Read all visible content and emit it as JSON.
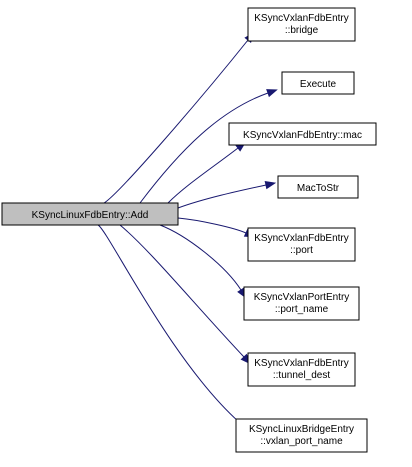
{
  "graph": {
    "root": {
      "label": "KSyncLinuxFdbEntry::Add"
    },
    "callees": [
      {
        "lines": [
          "KSyncVxlanFdbEntry",
          "::bridge"
        ]
      },
      {
        "lines": [
          "Execute"
        ]
      },
      {
        "lines": [
          "KSyncVxlanFdbEntry::mac"
        ]
      },
      {
        "lines": [
          "MacToStr"
        ]
      },
      {
        "lines": [
          "KSyncVxlanFdbEntry",
          "::port"
        ]
      },
      {
        "lines": [
          "KSyncVxlanPortEntry",
          "::port_name"
        ]
      },
      {
        "lines": [
          "KSyncVxlanFdbEntry",
          "::tunnel_dest"
        ]
      },
      {
        "lines": [
          "KSyncLinuxBridgeEntry",
          "::vxlan_port_name"
        ]
      }
    ]
  },
  "colors": {
    "edge": "#191970",
    "root_fill": "#bfbfbf",
    "node_fill": "#ffffff",
    "border": "#000000"
  }
}
